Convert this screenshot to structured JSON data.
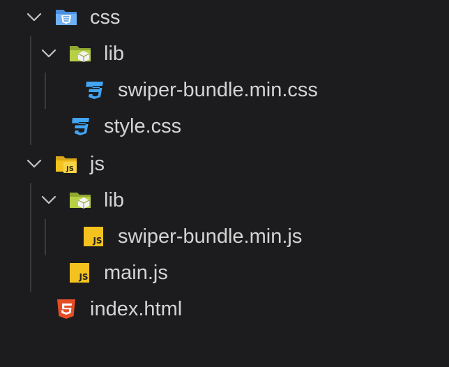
{
  "explorer": {
    "items": [
      {
        "label": "css",
        "icon": "folder-css-open-icon"
      },
      {
        "label": "lib",
        "icon": "folder-lib-open-icon"
      },
      {
        "label": "swiper-bundle.min.css",
        "icon": "css-file-icon"
      },
      {
        "label": "style.css",
        "icon": "css-file-icon"
      },
      {
        "label": "js",
        "icon": "folder-js-open-icon"
      },
      {
        "label": "lib",
        "icon": "folder-lib-open-icon"
      },
      {
        "label": "swiper-bundle.min.js",
        "icon": "js-file-icon"
      },
      {
        "label": "main.js",
        "icon": "js-file-icon"
      },
      {
        "label": "index.html",
        "icon": "html-file-icon"
      }
    ]
  },
  "colors": {
    "background": "#1c1c1e",
    "text": "#d4d4d4",
    "chevron": "#c5c5c5",
    "indent_guide": "#3a3a3c",
    "css_blue": "#42a5f5",
    "folder_blue": "#4a8fe0",
    "lib_green": "#a8c23a",
    "js_yellow": "#f4c21e",
    "html_orange": "#e44d26"
  }
}
